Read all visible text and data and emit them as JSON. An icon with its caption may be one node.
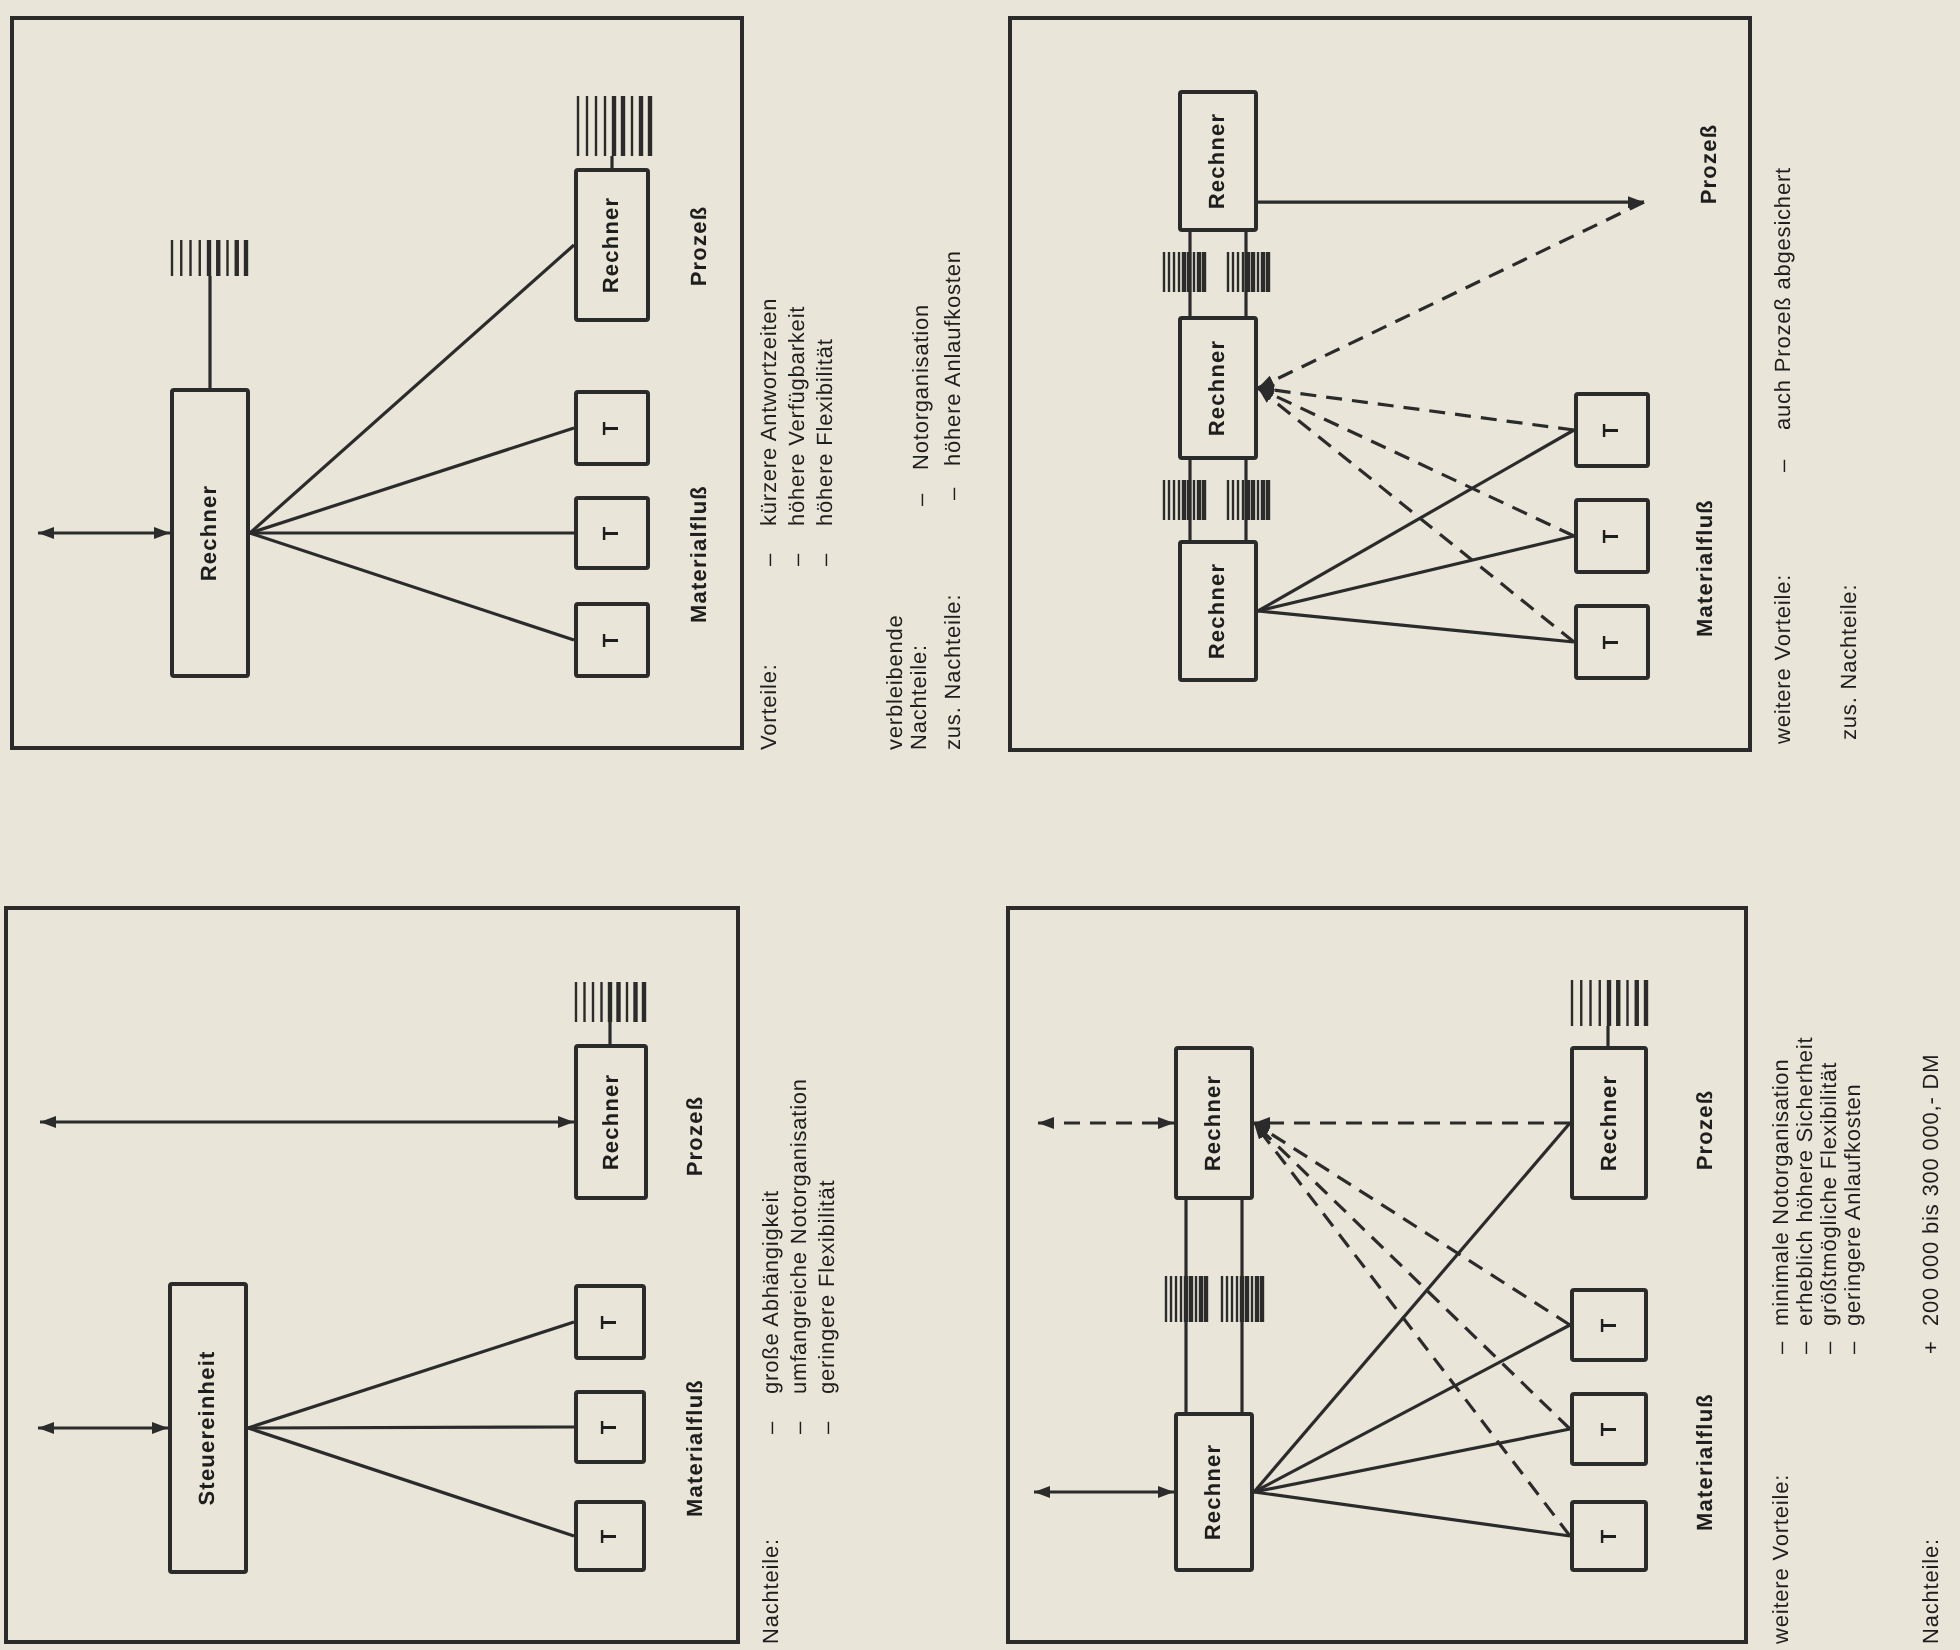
{
  "diagram": {
    "nodes": [
      {
        "text": [
          "Materialfluß",
          "Prozeß"
        ]
      },
      {
        "text": [
          "Steuereinheit"
        ],
        "in": 0
      },
      {
        "text": [
          "T"
        ],
        "in": 0
      },
      {
        "text": [
          "T"
        ],
        "in": 0
      },
      {
        "text": [
          "T"
        ],
        "in": 0
      },
      {
        "text": [
          "Rechner"
        ],
        "in": 0
      },
      {
        "text": [
          "Materialfluß",
          "Prozeß"
        ]
      },
      {
        "text": [
          "Rechner"
        ],
        "in": 6
      },
      {
        "text": [
          "T"
        ],
        "in": 6
      },
      {
        "text": [
          "T"
        ],
        "in": 6
      },
      {
        "text": [
          "T"
        ],
        "in": 6
      },
      {
        "text": [
          "Rechner"
        ],
        "in": 6
      },
      {
        "text": [
          "Materialfluß",
          "Prozeß"
        ]
      },
      {
        "text": [
          "Rechner"
        ],
        "in": 12
      },
      {
        "text": [
          "Rechner"
        ],
        "in": 12
      },
      {
        "text": [
          "T"
        ],
        "in": 12
      },
      {
        "text": [
          "T"
        ],
        "in": 12
      },
      {
        "text": [
          "T"
        ],
        "in": 12
      },
      {
        "text": [
          "Rechner"
        ],
        "in": 12
      },
      {
        "text": [
          "Materialfluß",
          "Prozeß"
        ]
      },
      {
        "text": [
          "Rechner"
        ],
        "in": 19
      },
      {
        "text": [
          "Rechner"
        ],
        "in": 19
      },
      {
        "text": [
          "Rechner"
        ],
        "in": 19
      },
      {
        "text": [
          "T"
        ],
        "in": 19
      },
      {
        "text": [
          "T"
        ],
        "in": 19
      },
      {
        "text": [
          "T"
        ],
        "in": 19
      }
    ],
    "edges": [
      {
        "from": null,
        "to": 1,
        "arrow": "both"
      },
      {
        "from": null,
        "to": 5,
        "arrow": "both"
      },
      {
        "from": 1,
        "to": 2,
        "arrow": "none"
      },
      {
        "from": 1,
        "to": 3,
        "arrow": "none"
      },
      {
        "from": 1,
        "to": 4,
        "arrow": "none"
      },
      {
        "from": null,
        "to": 7,
        "arrow": "both"
      },
      {
        "from": 7,
        "to": 8,
        "arrow": "none"
      },
      {
        "from": 7,
        "to": 9,
        "arrow": "none"
      },
      {
        "from": 7,
        "to": 10,
        "arrow": "none"
      },
      {
        "from": 7,
        "to": 11,
        "arrow": "none"
      },
      {
        "from": null,
        "to": 13,
        "arrow": "both"
      },
      {
        "from": null,
        "to": 14,
        "arrow": "both",
        "style": "dashed"
      },
      {
        "from": 13,
        "to": 14,
        "arrow": "none"
      },
      {
        "from": 13,
        "to": 14,
        "arrow": "none"
      },
      {
        "from": 13,
        "to": 15,
        "arrow": "none"
      },
      {
        "from": 13,
        "to": 16,
        "arrow": "none"
      },
      {
        "from": 13,
        "to": 17,
        "arrow": "none"
      },
      {
        "from": 13,
        "to": 18,
        "arrow": "none"
      },
      {
        "from": 15,
        "to": 14,
        "arrow": "to",
        "style": "dashed"
      },
      {
        "from": 16,
        "to": 14,
        "arrow": "to",
        "style": "dashed"
      },
      {
        "from": 17,
        "to": 14,
        "arrow": "to",
        "style": "dashed"
      },
      {
        "from": 18,
        "to": 14,
        "arrow": "to",
        "style": "dashed"
      },
      {
        "from": 20,
        "to": 21,
        "arrow": "none"
      },
      {
        "from": 20,
        "to": 21,
        "arrow": "none"
      },
      {
        "from": 21,
        "to": 22,
        "arrow": "none"
      },
      {
        "from": 21,
        "to": 22,
        "arrow": "none"
      },
      {
        "from": 20,
        "to": 23,
        "arrow": "none"
      },
      {
        "from": 20,
        "to": 24,
        "arrow": "none"
      },
      {
        "from": 20,
        "to": 25,
        "arrow": "none"
      },
      {
        "from": 23,
        "to": 21,
        "arrow": "to",
        "style": "dashed"
      },
      {
        "from": 24,
        "to": 21,
        "arrow": "to",
        "style": "dashed"
      },
      {
        "from": 25,
        "to": 21,
        "arrow": "to",
        "style": "dashed"
      },
      {
        "from": 22,
        "to": null,
        "arrow": "to"
      },
      {
        "from": null,
        "to": 21,
        "arrow": "to",
        "style": "dashed"
      }
    ],
    "labels": [
      "Nachteile:",
      "–",
      "große Abhängigkeit",
      "–",
      "umfangreiche Notorganisation",
      "–",
      "geringere Flexibilität",
      "Vorteile:",
      "–",
      "kürzere Antwortzeiten",
      "–",
      "höhere Verfügbarkeit",
      "–",
      "höhere Flexibilität",
      "verbleibende Nachteile:",
      "–",
      "Notorganisation",
      "zus. Nachteile:",
      "–",
      "höhere Anlaufkosten",
      "weitere Vorteile:",
      "–",
      "minimale Notorganisation",
      "–",
      "erheblich höhere Sicherheit",
      "–",
      "größtmögliche Flexibilität",
      "–",
      "geringere Anlaufkosten",
      "Nachteile:",
      "+",
      "200 000 bis 300 000,- DM",
      "weitere Vorteile:",
      "–",
      "auch Prozeß abgesichert",
      "zus. Nachteile:"
    ]
  }
}
